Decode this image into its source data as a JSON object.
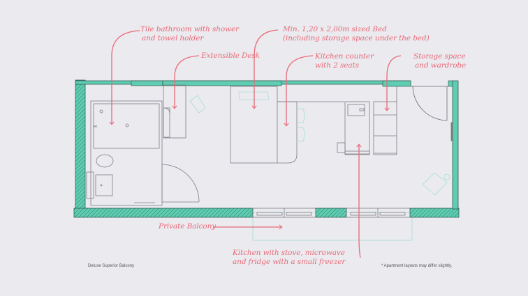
{
  "diagram": {
    "type": "apartment-floor-plan",
    "room_name": "Deluxe Superior Balcony",
    "disclaimer": "* Apartment layouts may differ slightly.",
    "colors": {
      "background": "#ebeaef",
      "wall_fill": "#5ecdb1",
      "wall_outline": "#2f5d55",
      "fixture_line": "#8a8a90",
      "annotation": "#e86a78",
      "furniture_accent": "#a6e0d2"
    },
    "annotations": [
      {
        "id": "bathroom",
        "line1": "Tile bathroom with shower",
        "line2": "and towel holder"
      },
      {
        "id": "desk",
        "line1": "Extensible Desk",
        "line2": ""
      },
      {
        "id": "bed",
        "line1": "Min. 1,20 x 2,00m sized Bed",
        "line2": "(including storage space under the bed)"
      },
      {
        "id": "counter",
        "line1": "Kitchen counter",
        "line2": "with 2 seats"
      },
      {
        "id": "storage",
        "line1": "Storage space",
        "line2": "and wardrobe"
      },
      {
        "id": "balcony",
        "line1": "Private Balcony",
        "line2": ""
      },
      {
        "id": "kitchen",
        "line1": "Kitchen with stove, microwave",
        "line2": "and fridge with a small freezer"
      }
    ]
  }
}
